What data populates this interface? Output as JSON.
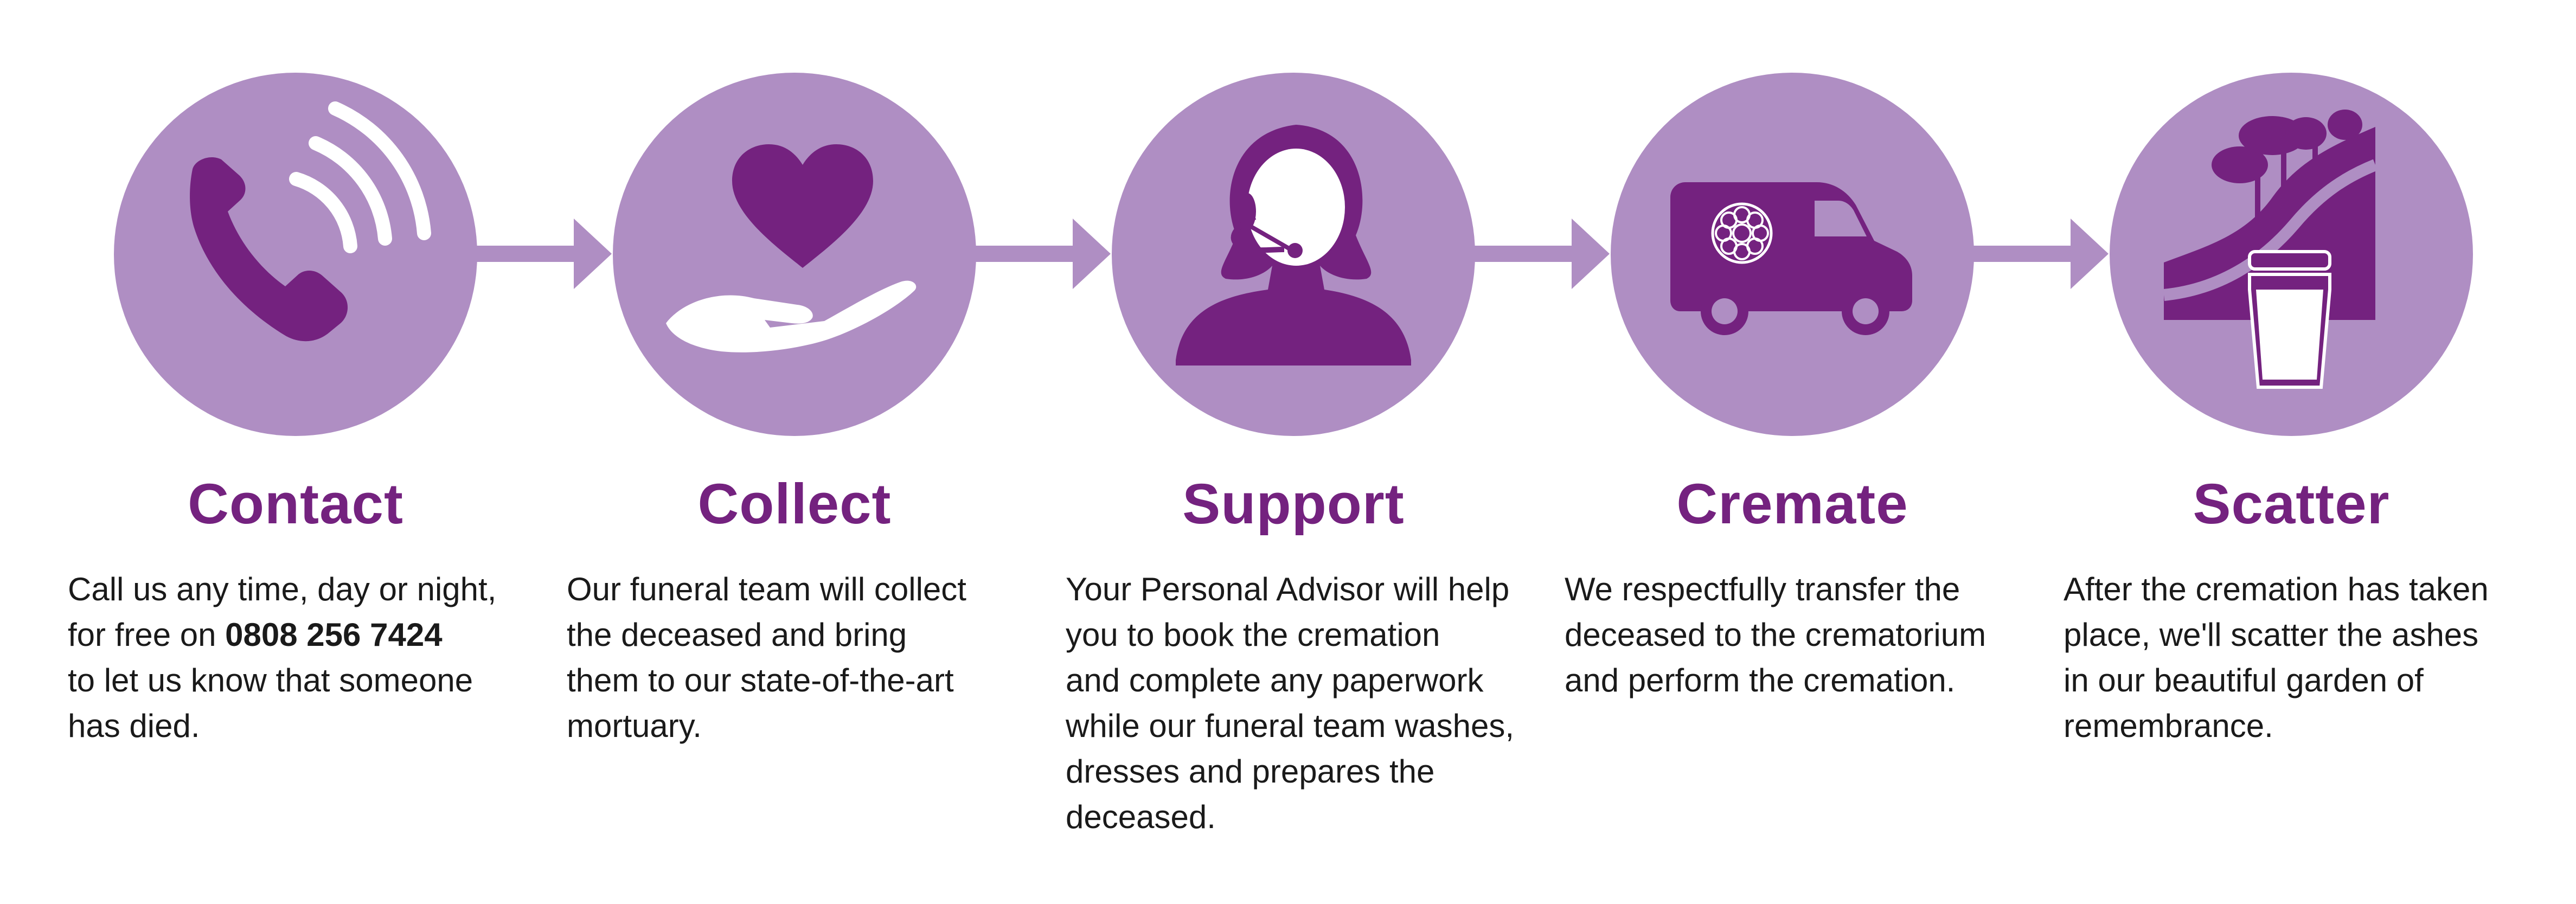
{
  "colors": {
    "circle": "#af8ec3",
    "icon": "#74227f",
    "title": "#74227f",
    "arrow": "#af8ec3",
    "text": "#1a1a1a"
  },
  "steps": [
    {
      "icon": "phone-icon",
      "title": "Contact",
      "lines": [
        "Call us any time, day or night,",
        "for free on ",
        "0808 256 7424",
        "to let us know that someone",
        "has died."
      ]
    },
    {
      "icon": "heart-hand-icon",
      "title": "Collect",
      "lines": [
        "Our funeral team will collect",
        "the deceased and bring",
        "them to our state-of-the-art",
        "mortuary."
      ]
    },
    {
      "icon": "advisor-headset-icon",
      "title": "Support",
      "lines": [
        "Your Personal Advisor will help",
        "you to book the cremation",
        "and complete any paperwork",
        "while our funeral team washes,",
        "dresses and prepares the",
        "deceased."
      ]
    },
    {
      "icon": "hearse-van-icon",
      "title": "Cremate",
      "lines": [
        "We respectfully transfer the",
        "deceased to the crematorium",
        "and perform the cremation."
      ]
    },
    {
      "icon": "urn-garden-icon",
      "title": "Scatter",
      "lines": [
        "After the cremation has taken",
        "place, we'll scatter the ashes",
        "in our beautiful garden of",
        "remembrance."
      ]
    }
  ]
}
